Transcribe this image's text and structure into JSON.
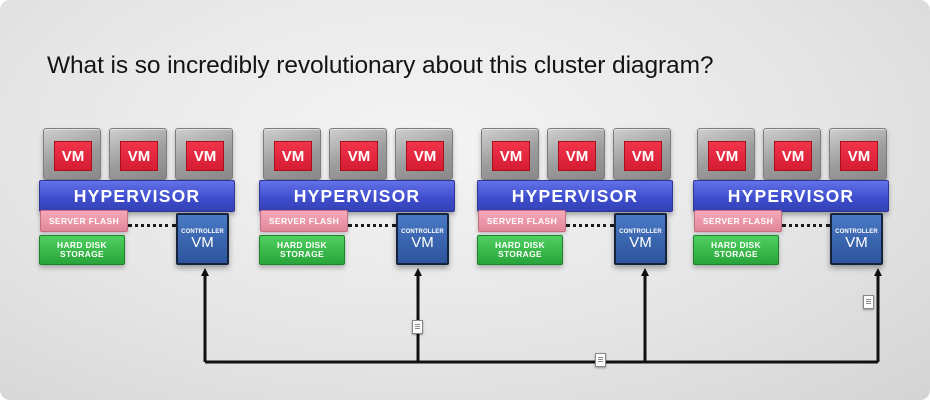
{
  "question": "What is so incredibly revolutionary about this cluster diagram?",
  "labels": {
    "vm": "VM",
    "hypervisor": "HYPERVISOR",
    "server_flash": "SERVER FLASH",
    "storage_line1": "HARD DISK",
    "storage_line2": "STORAGE",
    "controller_small": "CONTROLLER",
    "controller_big": "VM"
  },
  "nodes": [
    {
      "id": 1,
      "vms": 3
    },
    {
      "id": 2,
      "vms": 3
    },
    {
      "id": 3,
      "vms": 3
    },
    {
      "id": 4,
      "vms": 3
    }
  ],
  "colors": {
    "vm_red": "#e0263c",
    "hypervisor_blue": "#4150d0",
    "flash_pink": "#eb93a7",
    "storage_green": "#36b847",
    "controller_blue": "#3563ae",
    "wire": "#111111"
  },
  "icons": [
    "data-packet-icon",
    "arrow-up-icon"
  ]
}
